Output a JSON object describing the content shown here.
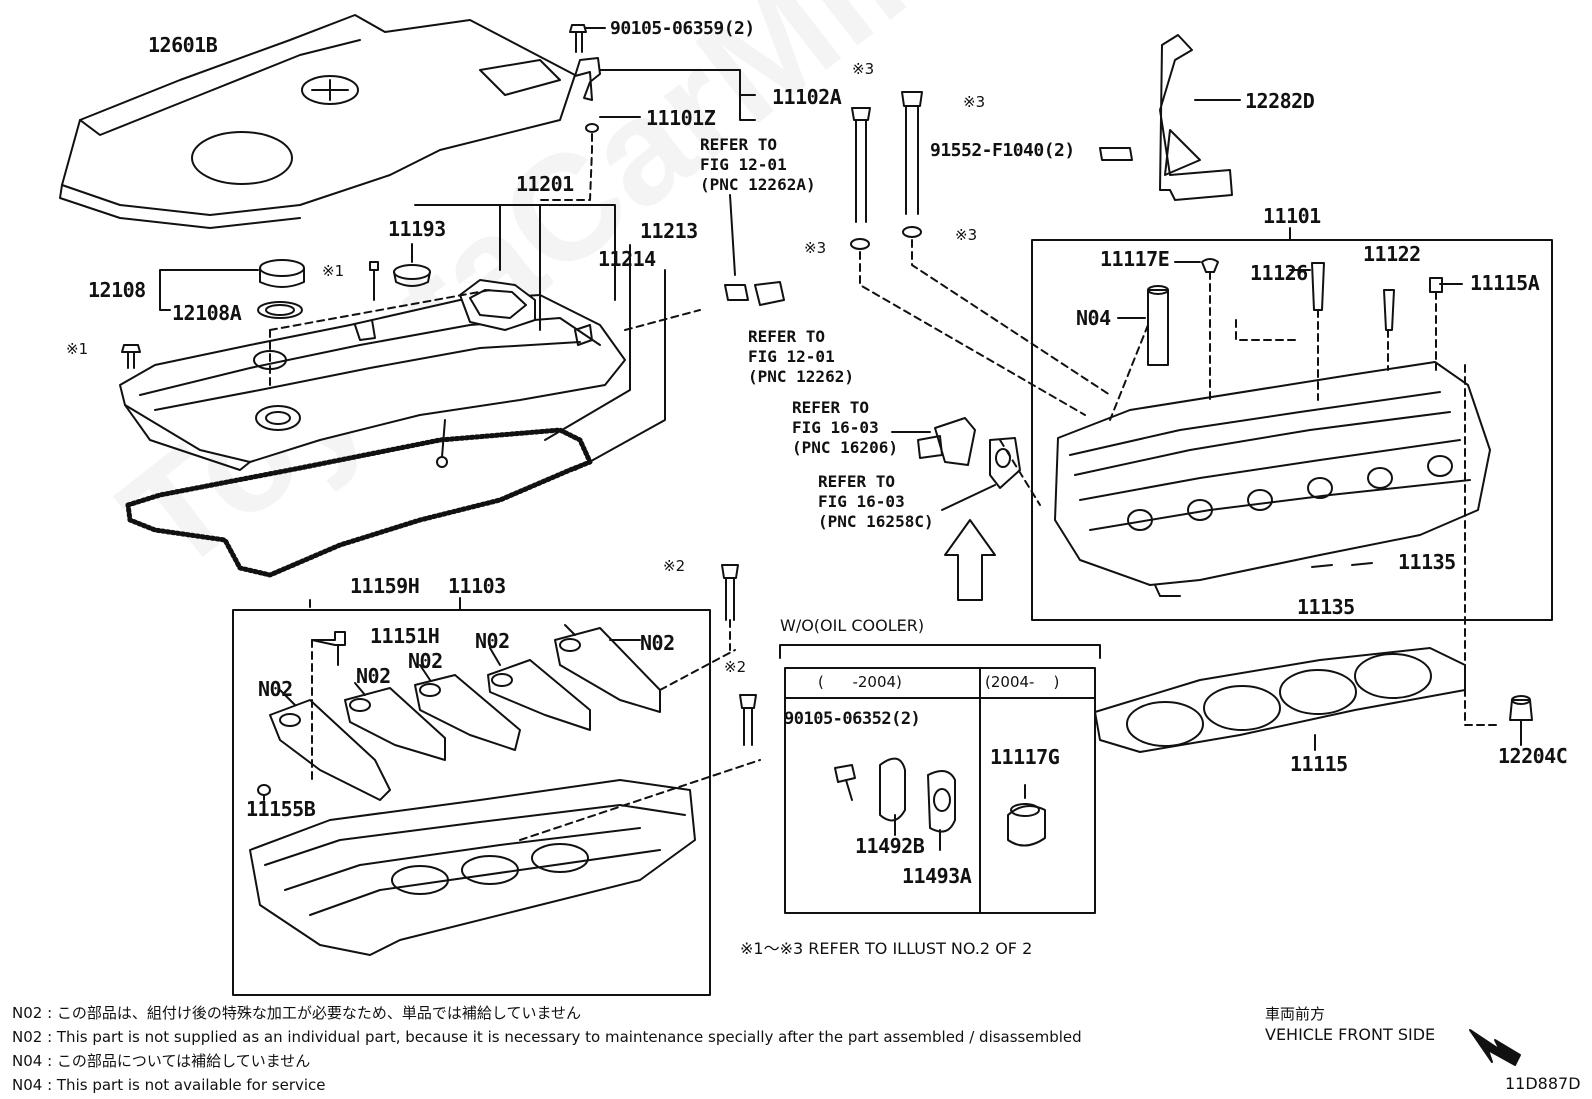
{
  "watermark": "ToyotaCarMine.ru",
  "diagram_code": "11D887D",
  "parts": {
    "p12601B": "12601B",
    "p90105_06359": "90105-06359(2)",
    "p11102A": "11102A",
    "p11101Z": "11101Z",
    "p11201": "11201",
    "p11193": "11193",
    "p11213": "11213",
    "p11214": "11214",
    "p12108": "12108",
    "p12108A": "12108A",
    "p11101": "11101",
    "p11117E": "11117E",
    "p11126": "11126",
    "p11122": "11122",
    "p11115A": "11115A",
    "pN04": "N04",
    "p12282D": "12282D",
    "p91552": "91552-F1040(2)",
    "p11159H": "11159H",
    "p11103": "11103",
    "p11151H": "11151H",
    "pN02_a": "N02",
    "pN02_b": "N02",
    "pN02_c": "N02",
    "pN02_d": "N02",
    "pN02_e": "N02",
    "p11155B": "11155B",
    "p11135_a": "11135",
    "p11135_b": "11135",
    "p11115": "11115",
    "p12204C": "12204C",
    "p90105_06352": "90105-06352(2)",
    "p11492B": "11492B",
    "p11493A": "11493A",
    "p11117G": "11117G"
  },
  "symbols": {
    "s1a": "※1",
    "s1b": "※1",
    "s2a": "※2",
    "s2b": "※2",
    "s3a": "※3",
    "s3b": "※3",
    "s3c": "※3",
    "s3d": "※3"
  },
  "refs": {
    "r12262A": "REFER TO\nFIG 12-01\n(PNC 12262A)",
    "r12262": "REFER TO\nFIG 12-01\n(PNC 12262)",
    "r16206": "REFER TO\nFIG 16-03\n(PNC 16206)",
    "r16258C": "REFER TO\nFIG 16-03\n(PNC 16258C)"
  },
  "table": {
    "title": "W/O(OIL COOLER)",
    "col1": "(      -2004)",
    "col2": "(2004-    )"
  },
  "illust_note": "※1～※3  REFER TO ILLUST NO.2 OF 2",
  "front": {
    "jp": "車両前方",
    "en": "VEHICLE FRONT SIDE"
  },
  "footnotes": [
    "N02 : この部品は、組付け後の特殊な加工が必要なため、単品では補給していません",
    "N02 : This part is not supplied as an individual part, because it is necessary to maintenance specially after the part assembled / disassembled",
    "N04 : この部品については補給していません",
    "N04 : This part is not available for service"
  ]
}
